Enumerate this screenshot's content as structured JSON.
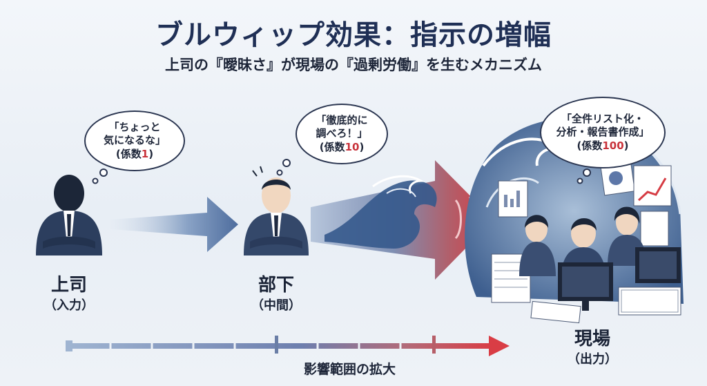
{
  "title": "ブルウィップ効果：指示の増幅",
  "subtitle": "上司の『曖昧さ』が現場の『過剰労働』を生むメカニズム",
  "stages": [
    {
      "role": "上司",
      "role_sub": "（入力）",
      "bubble_lines": [
        "「ちょっと",
        "気になるな」"
      ],
      "coef_prefix": "(係数",
      "coef_value": "1",
      "coef_suffix": ")"
    },
    {
      "role": "部下",
      "role_sub": "（中間）",
      "bubble_lines": [
        "「徹底的に",
        "調べろ！」"
      ],
      "coef_prefix": "(係数",
      "coef_value": "10",
      "coef_suffix": ")"
    },
    {
      "role": "現場",
      "role_sub": "（出力）",
      "bubble_lines": [
        "「全件リスト化・",
        "分析・報告書作成」"
      ],
      "coef_prefix": "(係数",
      "coef_value": "100",
      "coef_suffix": ")"
    }
  ],
  "axis_label": "影響範囲の拡大",
  "colors": {
    "navy": "#1f2f55",
    "accent_red": "#d6404a",
    "blue_arrow": "#5878a8",
    "suit": "#2c3e5e"
  }
}
